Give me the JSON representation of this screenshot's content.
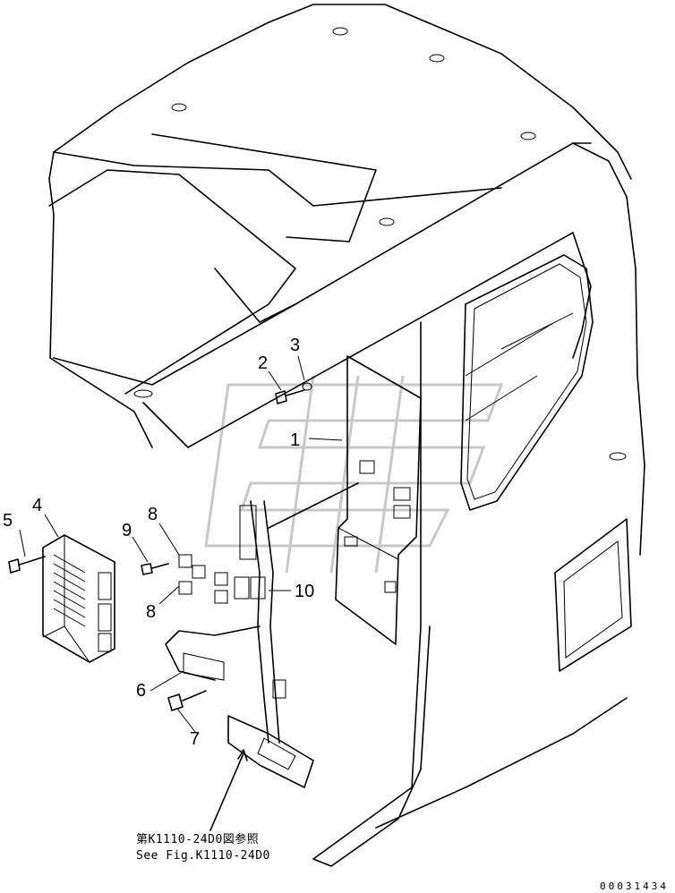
{
  "callouts": {
    "c1": "1",
    "c2": "2",
    "c3": "3",
    "c4": "4",
    "c5": "5",
    "c6": "6",
    "c7": "7",
    "c8a": "8",
    "c8b": "8",
    "c9": "9",
    "c10": "10"
  },
  "note": {
    "line1": "第K1110-24D0図参照",
    "line2": "See Fig.K1110-24D0"
  },
  "figure_id": "00031434"
}
